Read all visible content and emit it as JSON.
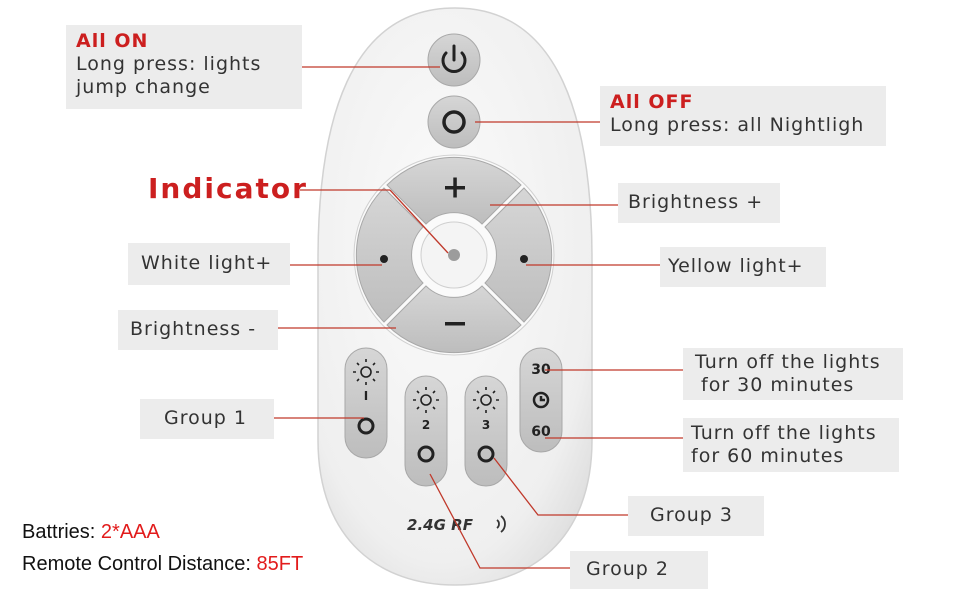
{
  "callouts": {
    "all_on": {
      "title": "All ON",
      "line1": "Long press: lights",
      "line2": "jump change"
    },
    "all_off": {
      "title": "All OFF",
      "line1": "Long press: all Nightligh"
    },
    "indicator": "Indicator",
    "brightness_plus": "Brightness +",
    "brightness_minus": "Brightness -",
    "white_light": "White light+",
    "yellow_light": "Yellow light+",
    "group1": "Group 1",
    "group2": "Group 2",
    "group3": "Group 3",
    "timer30": {
      "line1": "Turn off the lights",
      "line2": "for 30 minutes"
    },
    "timer60": {
      "line1": "Turn off the lights",
      "line2": "for 60 minutes"
    }
  },
  "remote": {
    "btn_group1_num": "I",
    "btn_group2_num": "2",
    "btn_group3_num": "3",
    "timer_30": "30",
    "timer_60": "60",
    "brand": "2.4G RF"
  },
  "footer": {
    "batteries_label": "Battries:",
    "batteries_value": "2*AAA",
    "distance_label": "Remote Control Distance:",
    "distance_value": "85FT"
  },
  "colors": {
    "accent_red": "#cc1f1f",
    "line_red": "#c0392b",
    "label_bg": "#ececec"
  }
}
